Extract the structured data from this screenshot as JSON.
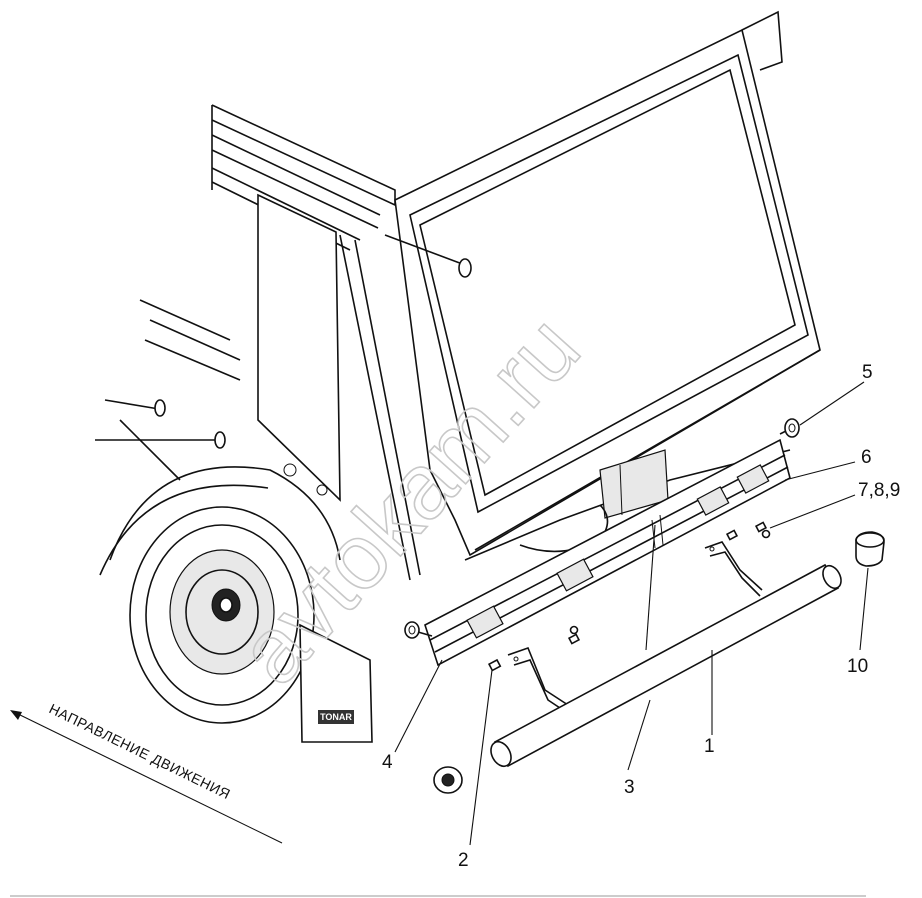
{
  "callouts": {
    "c1": "1",
    "c2": "2",
    "c3": "3",
    "c4": "4",
    "c5": "5",
    "c6": "6",
    "c789": "7,8,9",
    "c10": "10"
  },
  "direction_label": "НАПРАВЛЕНИЕ ДВИЖЕНИЯ",
  "watermark": "avtokam.ru",
  "mudflap_logo": "TONAR"
}
